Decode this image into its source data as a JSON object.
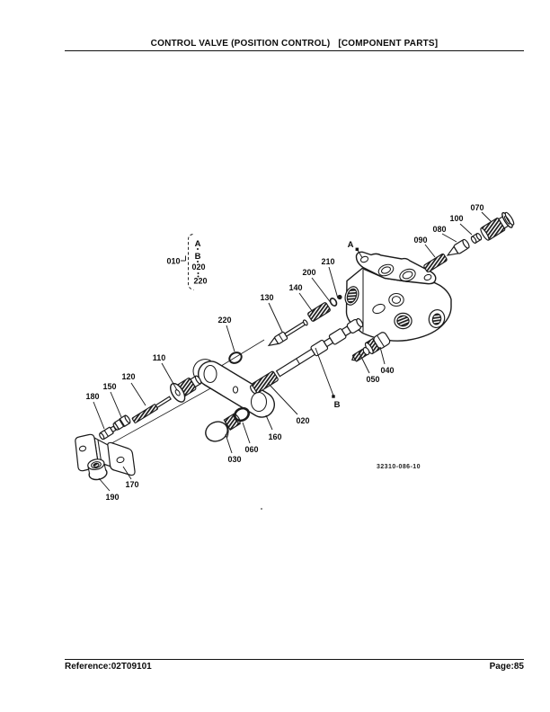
{
  "header": {
    "title": "CONTROL VALVE (POSITION CONTROL)   [COMPONENT PARTS]"
  },
  "footer": {
    "reference": "Reference:02T09101",
    "page": "Page:85"
  },
  "diagram": {
    "figure_number": "32310-086-10",
    "legend": {
      "assembly": "010",
      "items": [
        "A",
        "B",
        "020",
        "220"
      ]
    },
    "markers": {
      "a": "A",
      "b": "B"
    },
    "callouts": {
      "c020": "020",
      "c030": "030",
      "c040": "040",
      "c050": "050",
      "c060": "060",
      "c070": "070",
      "c080": "080",
      "c090": "090",
      "c100": "100",
      "c110": "110",
      "c120": "120",
      "c130": "130",
      "c140": "140",
      "c150": "150",
      "c160": "160",
      "c170": "170",
      "c180": "180",
      "c190": "190",
      "c200": "200",
      "c210": "210",
      "c220": "220"
    }
  }
}
